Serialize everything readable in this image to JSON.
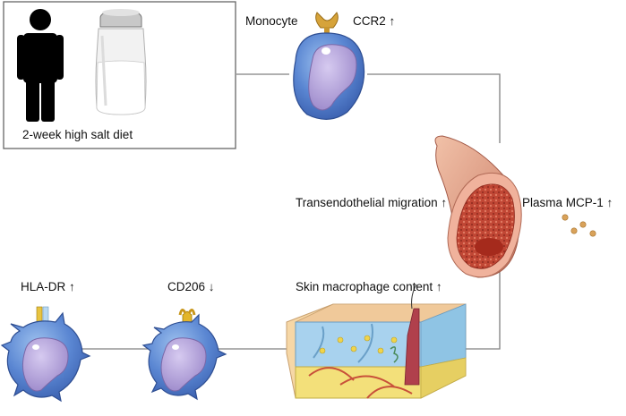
{
  "diet_label": "2-week high salt diet",
  "monocyte_label": "Monocyte",
  "ccr2_label": "CCR2 ↑",
  "transendothelial_label": "Transendothelial migration ↑",
  "plasma_label": "Plasma MCP-1 ↑",
  "skin_label": "Skin macrophage content ↑",
  "cd206_label": "CD206 ↓",
  "hladr_label": "HLA-DR ↑",
  "colors": {
    "cell_body": "#4e78c8",
    "cell_light": "#8fb4e8",
    "nucleus": "#b6a4dc",
    "receptor_ccr2": "#d6a33a",
    "receptor_cd206": "#e3b52a",
    "vessel": "#d9907a",
    "blood": "#b83a2a",
    "connector": "#777777"
  }
}
